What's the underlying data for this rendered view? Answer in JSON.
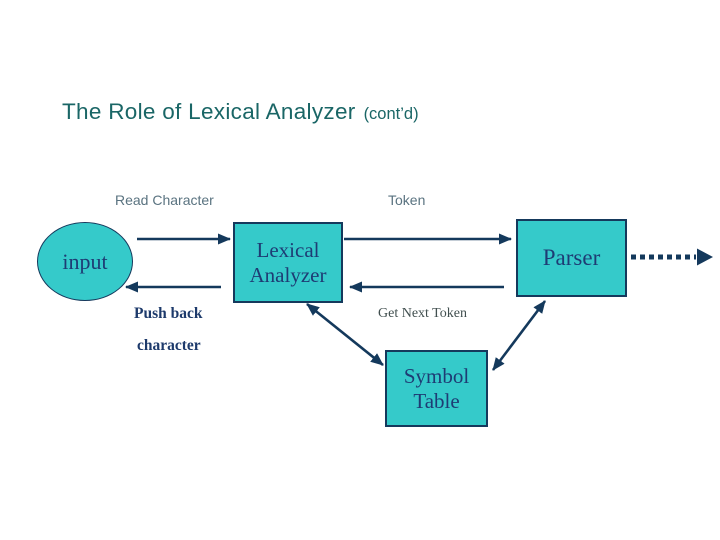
{
  "slide": {
    "title": {
      "main": "The Role of Lexical Analyzer",
      "suffix": "(cont’d)"
    },
    "flow_labels": {
      "read_character": "Read Character",
      "token": "Token",
      "push_back_line1": "Push back",
      "push_back_line2": "character",
      "get_next_token": "Get Next Token"
    },
    "nodes": {
      "input": {
        "label": "input",
        "shape": "ellipse"
      },
      "lexical_analyzer": {
        "lines": [
          "Lexical",
          "Analyzer"
        ],
        "shape": "rect"
      },
      "parser": {
        "label": "Parser",
        "shape": "rect"
      },
      "symbol_table": {
        "lines": [
          "Symbol",
          "Table"
        ],
        "shape": "rect"
      }
    },
    "edges": [
      {
        "from": "input",
        "to": "lexical_analyzer",
        "label": "Read Character",
        "style": "solid",
        "bidirectional": false
      },
      {
        "from": "lexical_analyzer",
        "to": "parser",
        "label": "Token",
        "style": "solid",
        "bidirectional": false
      },
      {
        "from": "lexical_analyzer",
        "to": "input",
        "label": "Push back character",
        "style": "solid",
        "bidirectional": false
      },
      {
        "from": "parser",
        "to": "lexical_analyzer",
        "label": "Get Next Token",
        "style": "solid",
        "bidirectional": false
      },
      {
        "from": "lexical_analyzer",
        "to": "symbol_table",
        "label": "",
        "style": "solid",
        "bidirectional": true
      },
      {
        "from": "parser",
        "to": "symbol_table",
        "label": "",
        "style": "solid",
        "bidirectional": true
      },
      {
        "from": "parser",
        "to": "output-right-edge",
        "label": "",
        "style": "dashed",
        "bidirectional": false
      }
    ],
    "colors": {
      "background": "#ffffff",
      "title_text": "#1a6666",
      "flow_label_text": "#5a7380",
      "shape_fill": "#35caca",
      "shape_border": "#15395c",
      "node_text": "#1e3c74",
      "arrow": "#14395c",
      "push_back_text": "#1d3a6b",
      "get_next_token_text": "#414f4f"
    }
  }
}
